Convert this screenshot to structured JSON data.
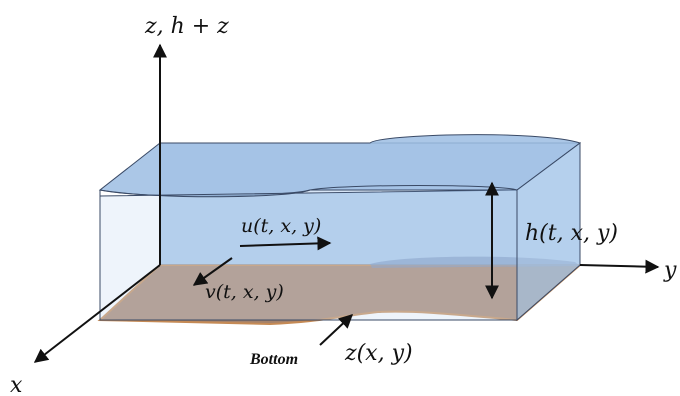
{
  "diagram": {
    "axes": {
      "vertical_label": "z, h + z",
      "y_label": "y",
      "x_label": "x"
    },
    "labels": {
      "u_velocity": "u(t, x, y)",
      "v_velocity": "v(t, x, y)",
      "depth": "h(t, x, y)",
      "bed_elevation": "z(x, y)",
      "bottom": "Bottom"
    },
    "colors": {
      "water": "#a9c8ea",
      "water_front": "#bcd6f2",
      "bed": "#a5826a",
      "bed_edge": "#c58a55",
      "outline": "#3a4a66",
      "arrow": "#111111"
    }
  }
}
